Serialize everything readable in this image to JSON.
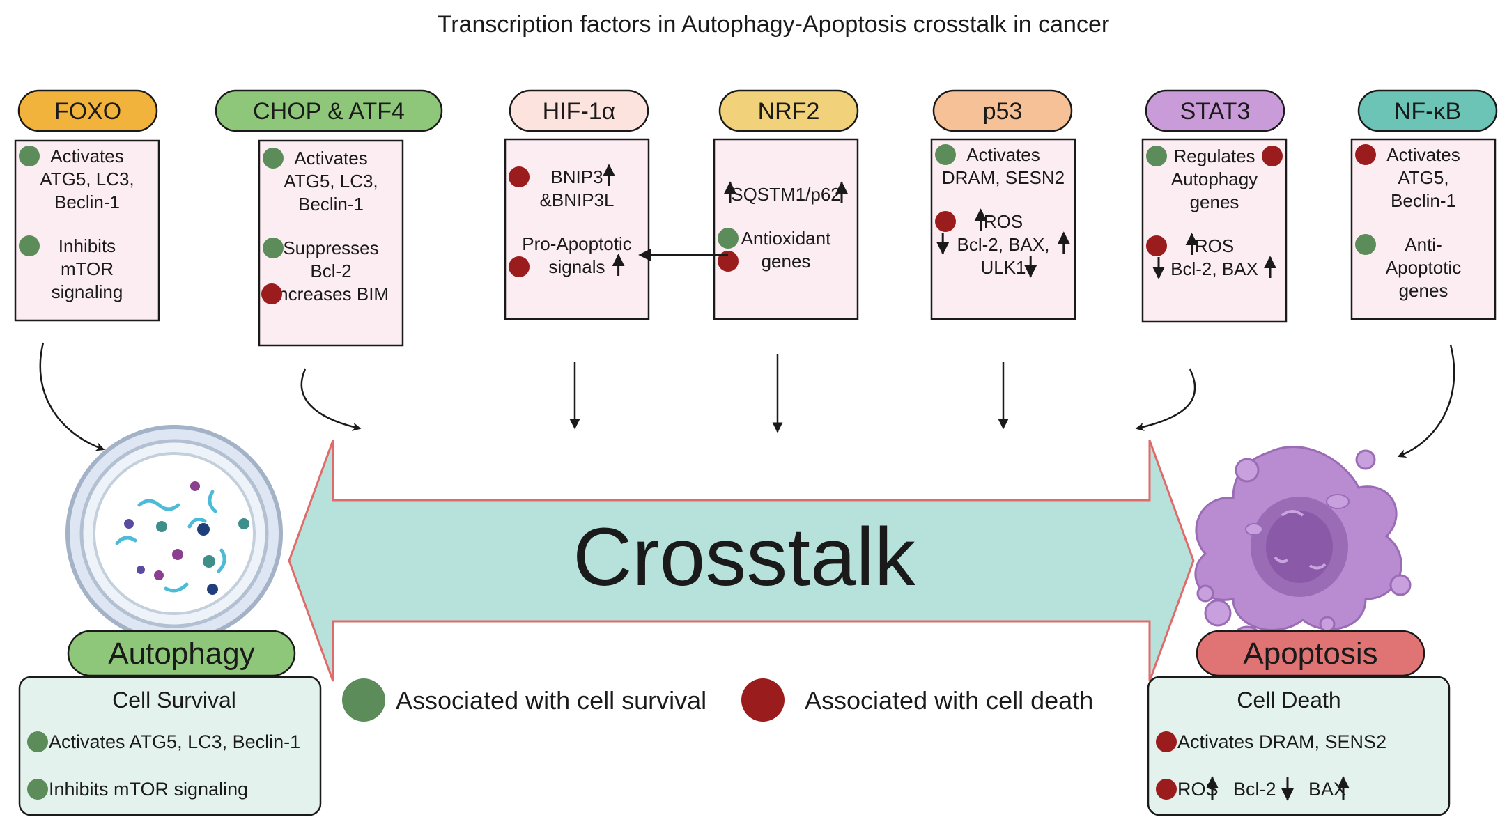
{
  "title": "Transcription factors in Autophagy-Apoptosis crosstalk in cancer",
  "colors": {
    "survival": "#5b8c5a",
    "death": "#9b1c1c",
    "box_fill": "#fcedf3",
    "bottom_box_fill": "#e4f2ee",
    "arrow_fill": "#b7e2db",
    "arrow_stroke": "#e06b6b",
    "crosstalk_text": "#c0302a"
  },
  "factors": [
    {
      "id": "foxo",
      "label": "FOXO",
      "color": "#f2b33d",
      "lines": [
        {
          "text": "Activates",
          "marks": [
            {
              "type": "dot",
              "kind": "survival",
              "side": "left"
            }
          ]
        },
        {
          "text": "ATG5, LC3,"
        },
        {
          "text": "Beclin-1"
        },
        {
          "text": "Inhibits",
          "marks": [
            {
              "type": "dot",
              "kind": "survival",
              "side": "left"
            }
          ]
        },
        {
          "text": "mTOR"
        },
        {
          "text": "signaling"
        }
      ]
    },
    {
      "id": "chop",
      "label": "CHOP & ATF4",
      "color": "#8fc77a",
      "lines": [
        {
          "text": "Activates",
          "marks": [
            {
              "type": "dot",
              "kind": "survival",
              "side": "left"
            }
          ]
        },
        {
          "text": "ATG5, LC3,"
        },
        {
          "text": "Beclin-1"
        },
        {
          "text": "Suppresses",
          "marks": [
            {
              "type": "dot",
              "kind": "survival",
              "side": "left"
            }
          ]
        },
        {
          "text": "Bcl-2"
        },
        {
          "text": "Increases BIM",
          "marks": [
            {
              "type": "dot",
              "kind": "death",
              "side": "left"
            }
          ]
        }
      ]
    },
    {
      "id": "hif",
      "label": "HIF-1α",
      "color": "#fce3de",
      "lines": [
        {
          "text": "BNIP3",
          "marks": [
            {
              "type": "dot",
              "kind": "death",
              "side": "left"
            },
            {
              "type": "arrow",
              "dir": "up",
              "side": "right"
            }
          ]
        },
        {
          "text": "&BNIP3L"
        },
        {
          "text": "Pro-Apoptotic"
        },
        {
          "text": "signals",
          "marks": [
            {
              "type": "dot",
              "kind": "death",
              "side": "left"
            },
            {
              "type": "arrow",
              "dir": "up",
              "side": "right"
            }
          ]
        }
      ]
    },
    {
      "id": "nrf2",
      "label": "NRF2",
      "color": "#f1d27a",
      "lines": [
        {
          "text": "SQSTM1/p62",
          "marks": [
            {
              "type": "arrow",
              "dir": "up",
              "side": "left"
            },
            {
              "type": "arrow",
              "dir": "up",
              "side": "right"
            }
          ]
        },
        {
          "text": "Antioxidant",
          "marks": [
            {
              "type": "dot",
              "kind": "survival",
              "side": "left"
            }
          ]
        },
        {
          "text": "genes",
          "marks": [
            {
              "type": "dot",
              "kind": "death",
              "side": "left"
            }
          ]
        }
      ]
    },
    {
      "id": "p53",
      "label": "p53",
      "color": "#f6c196",
      "lines": [
        {
          "text": "Activates",
          "marks": [
            {
              "type": "dot",
              "kind": "survival",
              "side": "left"
            }
          ]
        },
        {
          "text": "DRAM, SESN2"
        },
        {
          "text": "ROS",
          "marks": [
            {
              "type": "dot",
              "kind": "death",
              "side": "left"
            },
            {
              "type": "arrow",
              "dir": "up",
              "side": "left"
            }
          ]
        },
        {
          "text": "Bcl-2, BAX,",
          "marks": [
            {
              "type": "arrow",
              "dir": "down",
              "side": "left"
            },
            {
              "type": "arrow",
              "dir": "up",
              "side": "right"
            }
          ]
        },
        {
          "text": "ULK1",
          "marks": [
            {
              "type": "arrow",
              "dir": "down",
              "side": "right"
            }
          ]
        }
      ]
    },
    {
      "id": "stat3",
      "label": "STAT3",
      "color": "#c99bd8",
      "lines": [
        {
          "text": "Regulates",
          "marks": [
            {
              "type": "dot",
              "kind": "survival",
              "side": "left"
            },
            {
              "type": "dot",
              "kind": "death",
              "side": "right"
            }
          ]
        },
        {
          "text": "Autophagy"
        },
        {
          "text": "genes"
        },
        {
          "text": "ROS",
          "marks": [
            {
              "type": "dot",
              "kind": "death",
              "side": "left"
            },
            {
              "type": "arrow",
              "dir": "up",
              "side": "left"
            }
          ]
        },
        {
          "text": "Bcl-2, BAX",
          "marks": [
            {
              "type": "arrow",
              "dir": "down",
              "side": "left"
            },
            {
              "type": "arrow",
              "dir": "up",
              "side": "right"
            }
          ]
        }
      ]
    },
    {
      "id": "nfkb",
      "label": "NF-κB",
      "color": "#6cc4b6",
      "lines": [
        {
          "text": "Activates",
          "marks": [
            {
              "type": "dot",
              "kind": "death",
              "side": "left"
            }
          ]
        },
        {
          "text": "ATG5,"
        },
        {
          "text": "Beclin-1"
        },
        {
          "text": "Anti-",
          "marks": [
            {
              "type": "dot",
              "kind": "survival",
              "side": "left"
            }
          ]
        },
        {
          "text": "Apoptotic"
        },
        {
          "text": "genes"
        }
      ]
    }
  ],
  "crosstalk_label": "Crosstalk",
  "autophagy": {
    "label": "Autophagy",
    "color": "#8fc77a",
    "subtitle": "Cell Survival",
    "items": [
      {
        "text": "Activates ATG5, LC3, Beclin-1",
        "kind": "survival"
      },
      {
        "text": "Inhibits mTOR signaling",
        "kind": "survival"
      }
    ]
  },
  "apoptosis": {
    "label": "Apoptosis",
    "color": "#e07474",
    "subtitle": "Cell Death",
    "items": [
      {
        "text": "Activates DRAM, SENS2",
        "kind": "death"
      },
      {
        "text": "ROS",
        "kind": "death",
        "extra": [
          {
            "arrow": "up"
          },
          {
            "text": "Bcl-2"
          },
          {
            "arrow": "down"
          },
          {
            "text": "BAX"
          },
          {
            "arrow": "up"
          }
        ]
      }
    ]
  },
  "legend": [
    {
      "kind": "survival",
      "text": "Associated with cell survival"
    },
    {
      "kind": "death",
      "text": "Associated with cell death"
    }
  ]
}
